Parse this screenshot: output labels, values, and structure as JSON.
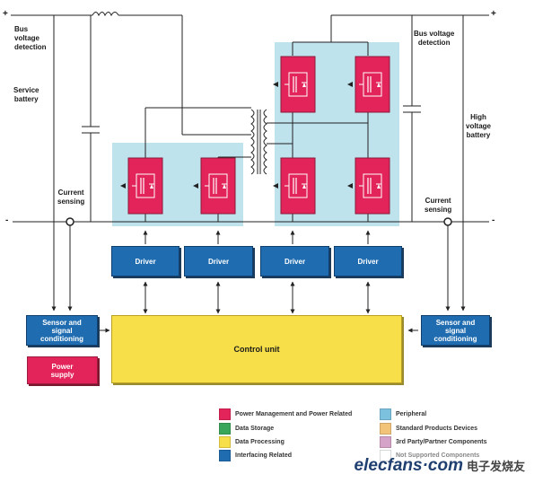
{
  "labels": {
    "bus_voltage_left": [
      "Bus",
      "voltage",
      "detection"
    ],
    "service_battery": [
      "Service",
      "battery"
    ],
    "current_sensing_left": [
      "Current",
      "sensing"
    ],
    "bus_voltage_right": [
      "Bus voltage",
      "detection"
    ],
    "high_voltage_battery": [
      "High",
      "voltage",
      "battery"
    ],
    "current_sensing_right": [
      "Current",
      "sensing"
    ]
  },
  "terminals": {
    "plus": "+",
    "minus": "-"
  },
  "blocks": {
    "drivers": [
      "Driver",
      "Driver",
      "Driver",
      "Driver"
    ],
    "sensor_left": [
      "Sensor and",
      "signal",
      "conditioning"
    ],
    "sensor_right": [
      "Sensor and",
      "signal",
      "conditioning"
    ],
    "power_supply": [
      "Power",
      "supply"
    ],
    "control_unit": "Control unit"
  },
  "legend": [
    {
      "label": "Power Management and Power Related",
      "color": "#e3245a",
      "icon": "swatch"
    },
    {
      "label": "Data Storage",
      "color": "#3aa65a",
      "icon": "swatch"
    },
    {
      "label": "Data Processing",
      "color": "#f7df4a",
      "icon": "swatch"
    },
    {
      "label": "Interfacing Related",
      "color": "#1f6cb0",
      "icon": "swatch"
    },
    {
      "label": "Peripheral",
      "color": "#7cc2de",
      "icon": "swatch"
    },
    {
      "label": "Standard Products Devices",
      "color": "#f2c479",
      "icon": "swatch"
    },
    {
      "label": "3rd Party/Partner Components",
      "color": "#d6a3c8",
      "icon": "swatch"
    },
    {
      "label": "Not Supported Components",
      "color": "#ffffff",
      "icon": "swatch"
    }
  ],
  "watermark": {
    "brand": "elecfans·com",
    "cn": "电子发烧友"
  },
  "colors": {
    "mosfet": "#e3245a",
    "panel": "#bfe3ec",
    "driver": "#1f6cb0",
    "control": "#f7df4a"
  }
}
